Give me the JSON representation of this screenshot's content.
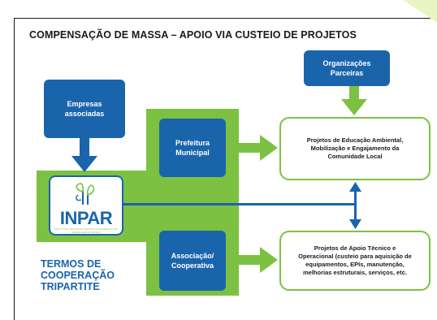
{
  "title": "COMPENSAÇÃO DE MASSA – APOIO VIA CUSTEIO DE PROJETOS",
  "nodes": {
    "empresas": "Empresas\nassociadas",
    "organizacoes": "Organizações\nParceiras",
    "prefeitura": "Prefeitura\nMunicipal",
    "associacao": "Associação/\nCooperativa",
    "projetos_educacao": "Projetos de Educação Ambiental,\nMobilização e Engajamento da\nComunidade Local",
    "projetos_apoio": "Projetos de Apoio Técnico  e\nOperacional (custeio para aquisição de\nequipamentos, EPIs, manutenção,\nmelhorias estruturais, serviços, etc."
  },
  "logo": {
    "name": "INPAR",
    "tagline": "INSTITUTO NACIONAL DE PROCESSAMENTO DE EMBALAGENS VAZIAS"
  },
  "termos": "TERMOS DE\nCOOPERAÇÃO\nTRIPARTITE",
  "colors": {
    "blue": "#1a64ac",
    "green": "#7dc142",
    "text": "#1a1a1a"
  }
}
